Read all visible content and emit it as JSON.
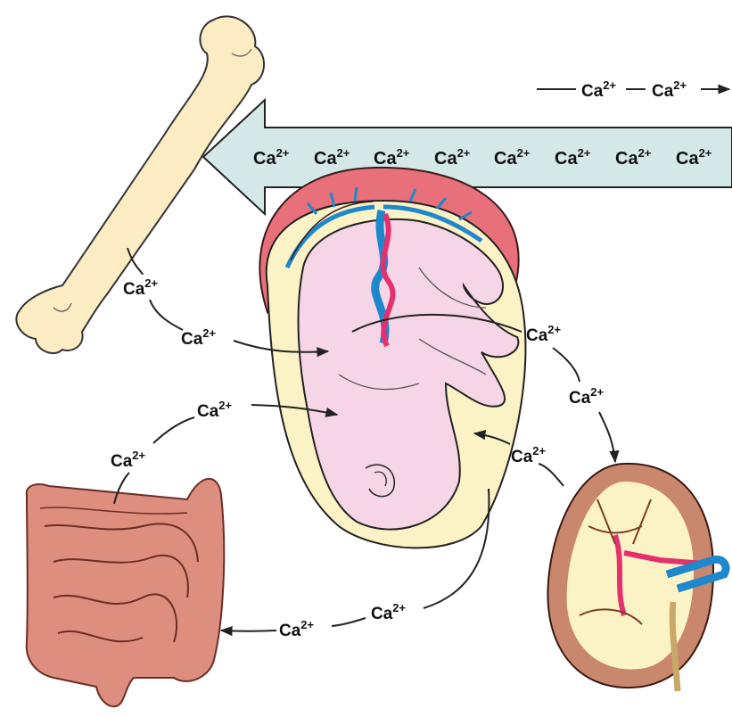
{
  "ion": {
    "base": "Ca",
    "charge": "2+"
  },
  "colors": {
    "arrow_fill": "#d5e8e8",
    "placenta": "#e8707a",
    "amniotic": "#fbf3c6",
    "fetus": "#f6d6e6",
    "bone": "#fbecc4",
    "intestine": "#de8e7f",
    "kidney_cortex": "#c9876d",
    "artery": "#e5306e",
    "vein": "#1f88cc"
  },
  "labels": {
    "top_flow": [
      "Ca",
      "2+",
      "Ca",
      "2+"
    ],
    "big_arrow": [
      "Ca",
      "Ca",
      "Ca",
      "Ca",
      "Ca",
      "Ca",
      "Ca",
      "Ca"
    ],
    "bone_to_fetus": [
      "Ca",
      "Ca"
    ],
    "fetus_to_kidney": [
      "Ca",
      "Ca"
    ],
    "kidney_to_fetus": "Ca",
    "gut_to_fetus": [
      "Ca",
      "Ca"
    ],
    "fetus_to_gut": [
      "Ca",
      "Ca"
    ]
  },
  "icons": [
    "bone-femur-icon",
    "placenta-fetus-icon",
    "intestine-icon",
    "kidney-icon"
  ]
}
